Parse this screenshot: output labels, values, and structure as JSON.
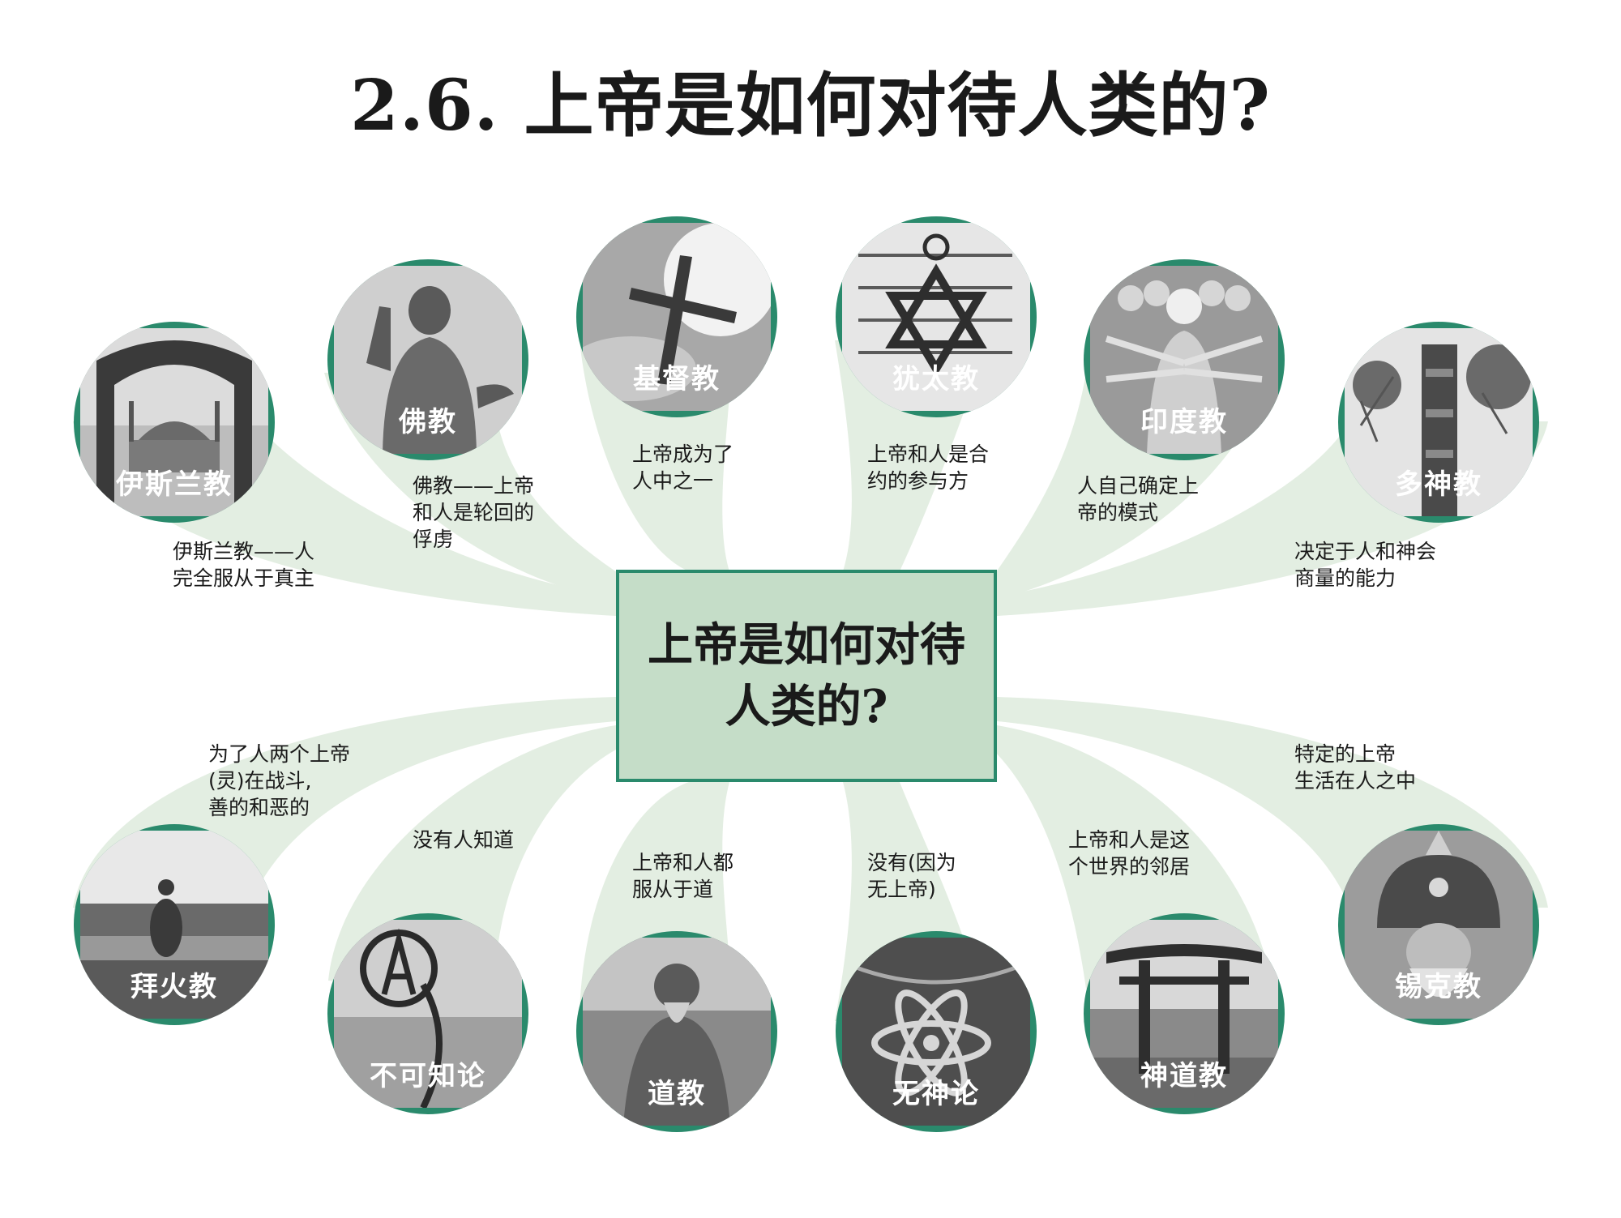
{
  "title": "2.6. 上帝是如何对待人类的?",
  "center": "上帝是如何对待人类的?",
  "colors": {
    "accent_green": "#2a8a6c",
    "petal_green": "#e3eee2",
    "center_fill": "#c5ddc8"
  },
  "nodes": [
    {
      "label": "伊斯兰教",
      "desc": "伊斯兰教——人\n完全服从于真主",
      "icon": "mosque-photo"
    },
    {
      "label": "佛教",
      "desc": "佛教——上帝\n和人是轮回的\n俘虏",
      "icon": "buddha-statue-photo"
    },
    {
      "label": "基督教",
      "desc": "上帝成为了\n人中之一",
      "icon": "cross-photo"
    },
    {
      "label": "犹太教",
      "desc": "上帝和人是合\n约的参与方",
      "icon": "star-of-david-photo"
    },
    {
      "label": "印度教",
      "desc": "人自己确定上\n帝的模式",
      "icon": "hindu-deity-photo"
    },
    {
      "label": "多神教",
      "desc": "决定于人和神会\n商量的能力",
      "icon": "totem-pole-photo"
    },
    {
      "label": "拜火教",
      "desc": "为了人两个上帝\n(灵)在战斗,\n善的和恶的",
      "icon": "faravahar-photo"
    },
    {
      "label": "不可知论",
      "desc": "没有人知道",
      "icon": "agnostic-symbol-photo"
    },
    {
      "label": "道教",
      "desc": "上帝和人都\n服从于道",
      "icon": "laozi-statue-photo"
    },
    {
      "label": "无神论",
      "desc": "没有(因为\n无上帝)",
      "icon": "atom-pendant-photo"
    },
    {
      "label": "神道教",
      "desc": "上帝和人是这\n个世界的邻居",
      "icon": "torii-gate-photo"
    },
    {
      "label": "锡克教",
      "desc": "特定的上帝\n生活在人之中",
      "icon": "sikh-turban-photo"
    }
  ]
}
